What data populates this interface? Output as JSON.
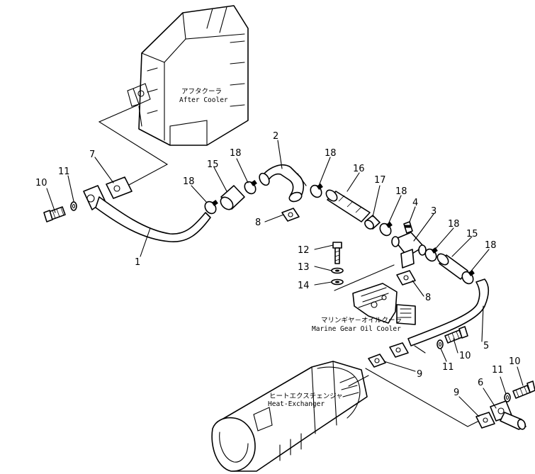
{
  "captions": {
    "after_cooler_jp": "アフタクーラ",
    "after_cooler_en": "After Cooler",
    "marine_cooler_jp": "マリンギヤ－オイルクーラ",
    "marine_cooler_en": "Marine Gear Oil Cooler",
    "heat_exchanger_jp": "ヒートエクスチェンジャ",
    "heat_exchanger_en": "Heat-Exchanger"
  },
  "callouts": {
    "n1": "1",
    "n2": "2",
    "n3": "3",
    "n4": "4",
    "n5": "5",
    "n6": "6",
    "n7": "7",
    "n8a": "8",
    "n8b": "8",
    "n9a": "9",
    "n9b": "9",
    "n10a": "10",
    "n10b": "10",
    "n10c": "10",
    "n11a": "11",
    "n11b": "11",
    "n11c": "11",
    "n12": "12",
    "n13": "13",
    "n14": "14",
    "n15a": "15",
    "n15b": "15",
    "n16": "16",
    "n17": "17",
    "n18a": "18",
    "n18b": "18",
    "n18c": "18",
    "n18d": "18",
    "n18e": "18",
    "n18f": "18"
  }
}
